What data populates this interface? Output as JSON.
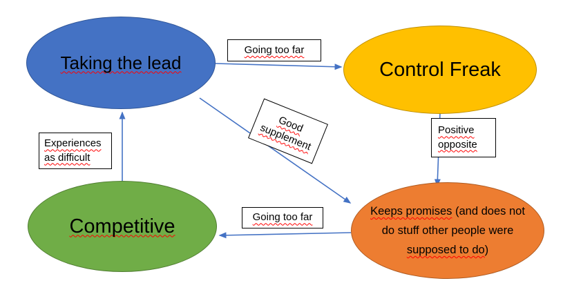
{
  "colors": {
    "arrow": "#4472C4",
    "node_taking_the_lead": "#4472C4",
    "node_control_freak": "#FFC000",
    "node_competitive": "#70AD47",
    "node_keeps_promises": "#ED7D31",
    "spellcheck_underline": "#FF0000"
  },
  "nodes": {
    "taking_the_lead": {
      "label": "Taking the lead"
    },
    "control_freak": {
      "label": "Control Freak"
    },
    "competitive": {
      "label": "Competitive"
    },
    "keeps_promises": {
      "line1_flagged": "Keeps promises",
      "line1_rest": " (and does not",
      "line2": "do stuff other people were",
      "line3_flagged": "supposed to do",
      "line3_rest": ")"
    }
  },
  "edge_labels": {
    "going_too_far_top": "Going too far",
    "good_supplement": {
      "line1": "Good",
      "line2": "supplement"
    },
    "positive_opposite": {
      "line1": "Positive",
      "line2": "opposite"
    },
    "experiences_as_difficult": {
      "line1": "Experiences",
      "line2": "as difficult"
    },
    "going_too_far_bottom": "Going too far"
  }
}
